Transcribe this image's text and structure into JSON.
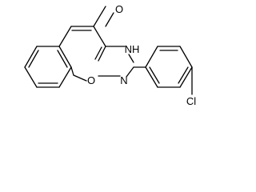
{
  "molecule": {
    "atom_labels": {
      "carbonyl_oxygen": "O",
      "nh_group": "NH",
      "ring_oxygen": "O",
      "imine_nitrogen": "N",
      "chlorine": "Cl"
    },
    "colors": {
      "bond": "#000000",
      "label": "#000000",
      "background": "#ffffff"
    }
  }
}
